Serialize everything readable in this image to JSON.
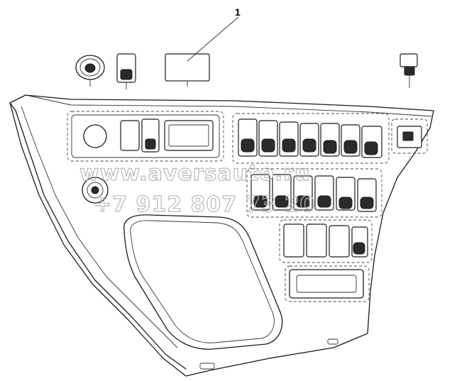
{
  "callout": {
    "number": "1"
  },
  "watermark": {
    "site": "www.aversauto.ru",
    "phone": "+7 912 807 73 20"
  }
}
